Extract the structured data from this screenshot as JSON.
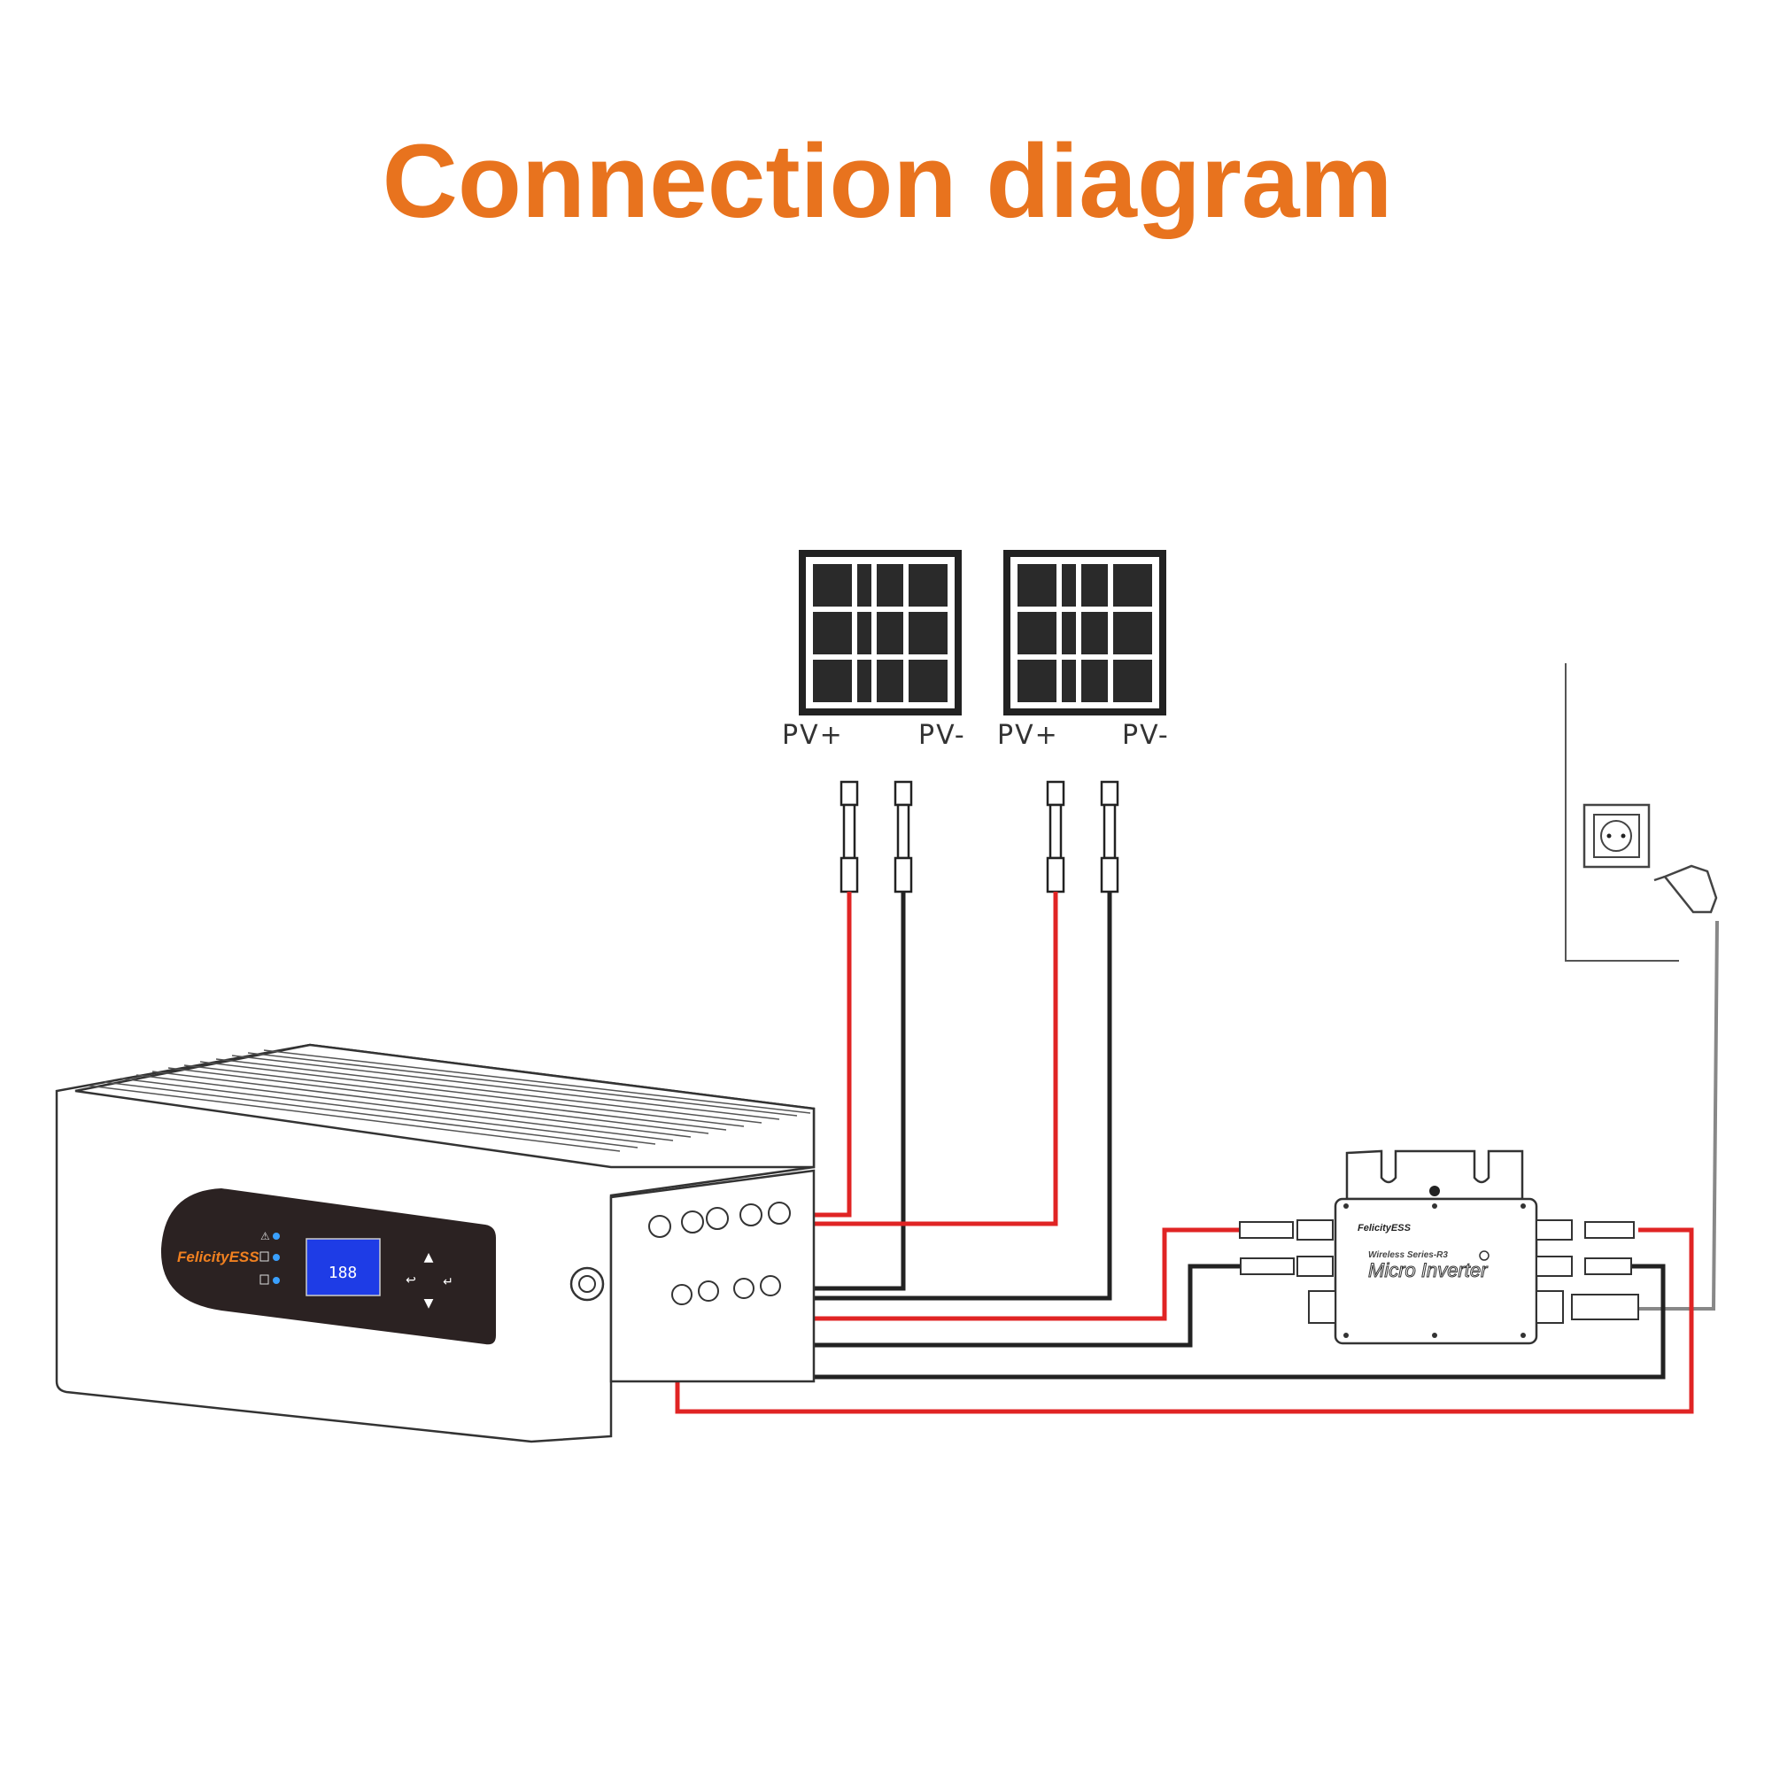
{
  "title": "Connection diagram",
  "panels": [
    {
      "pos_label": "PV+",
      "neg_label": "PV-"
    },
    {
      "pos_label": "PV+",
      "neg_label": "PV-"
    }
  ],
  "main_unit": {
    "brand": "FelicityESS",
    "lcd_value": "188"
  },
  "micro_inverter": {
    "brand": "FelicityESS",
    "series": "Wireless Series-R3",
    "name": "Micro Inverter"
  },
  "colors": {
    "title": "#E8731E",
    "positive_wire": "#E02424",
    "negative_wire": "#222222",
    "lcd": "#1E3CE6"
  }
}
